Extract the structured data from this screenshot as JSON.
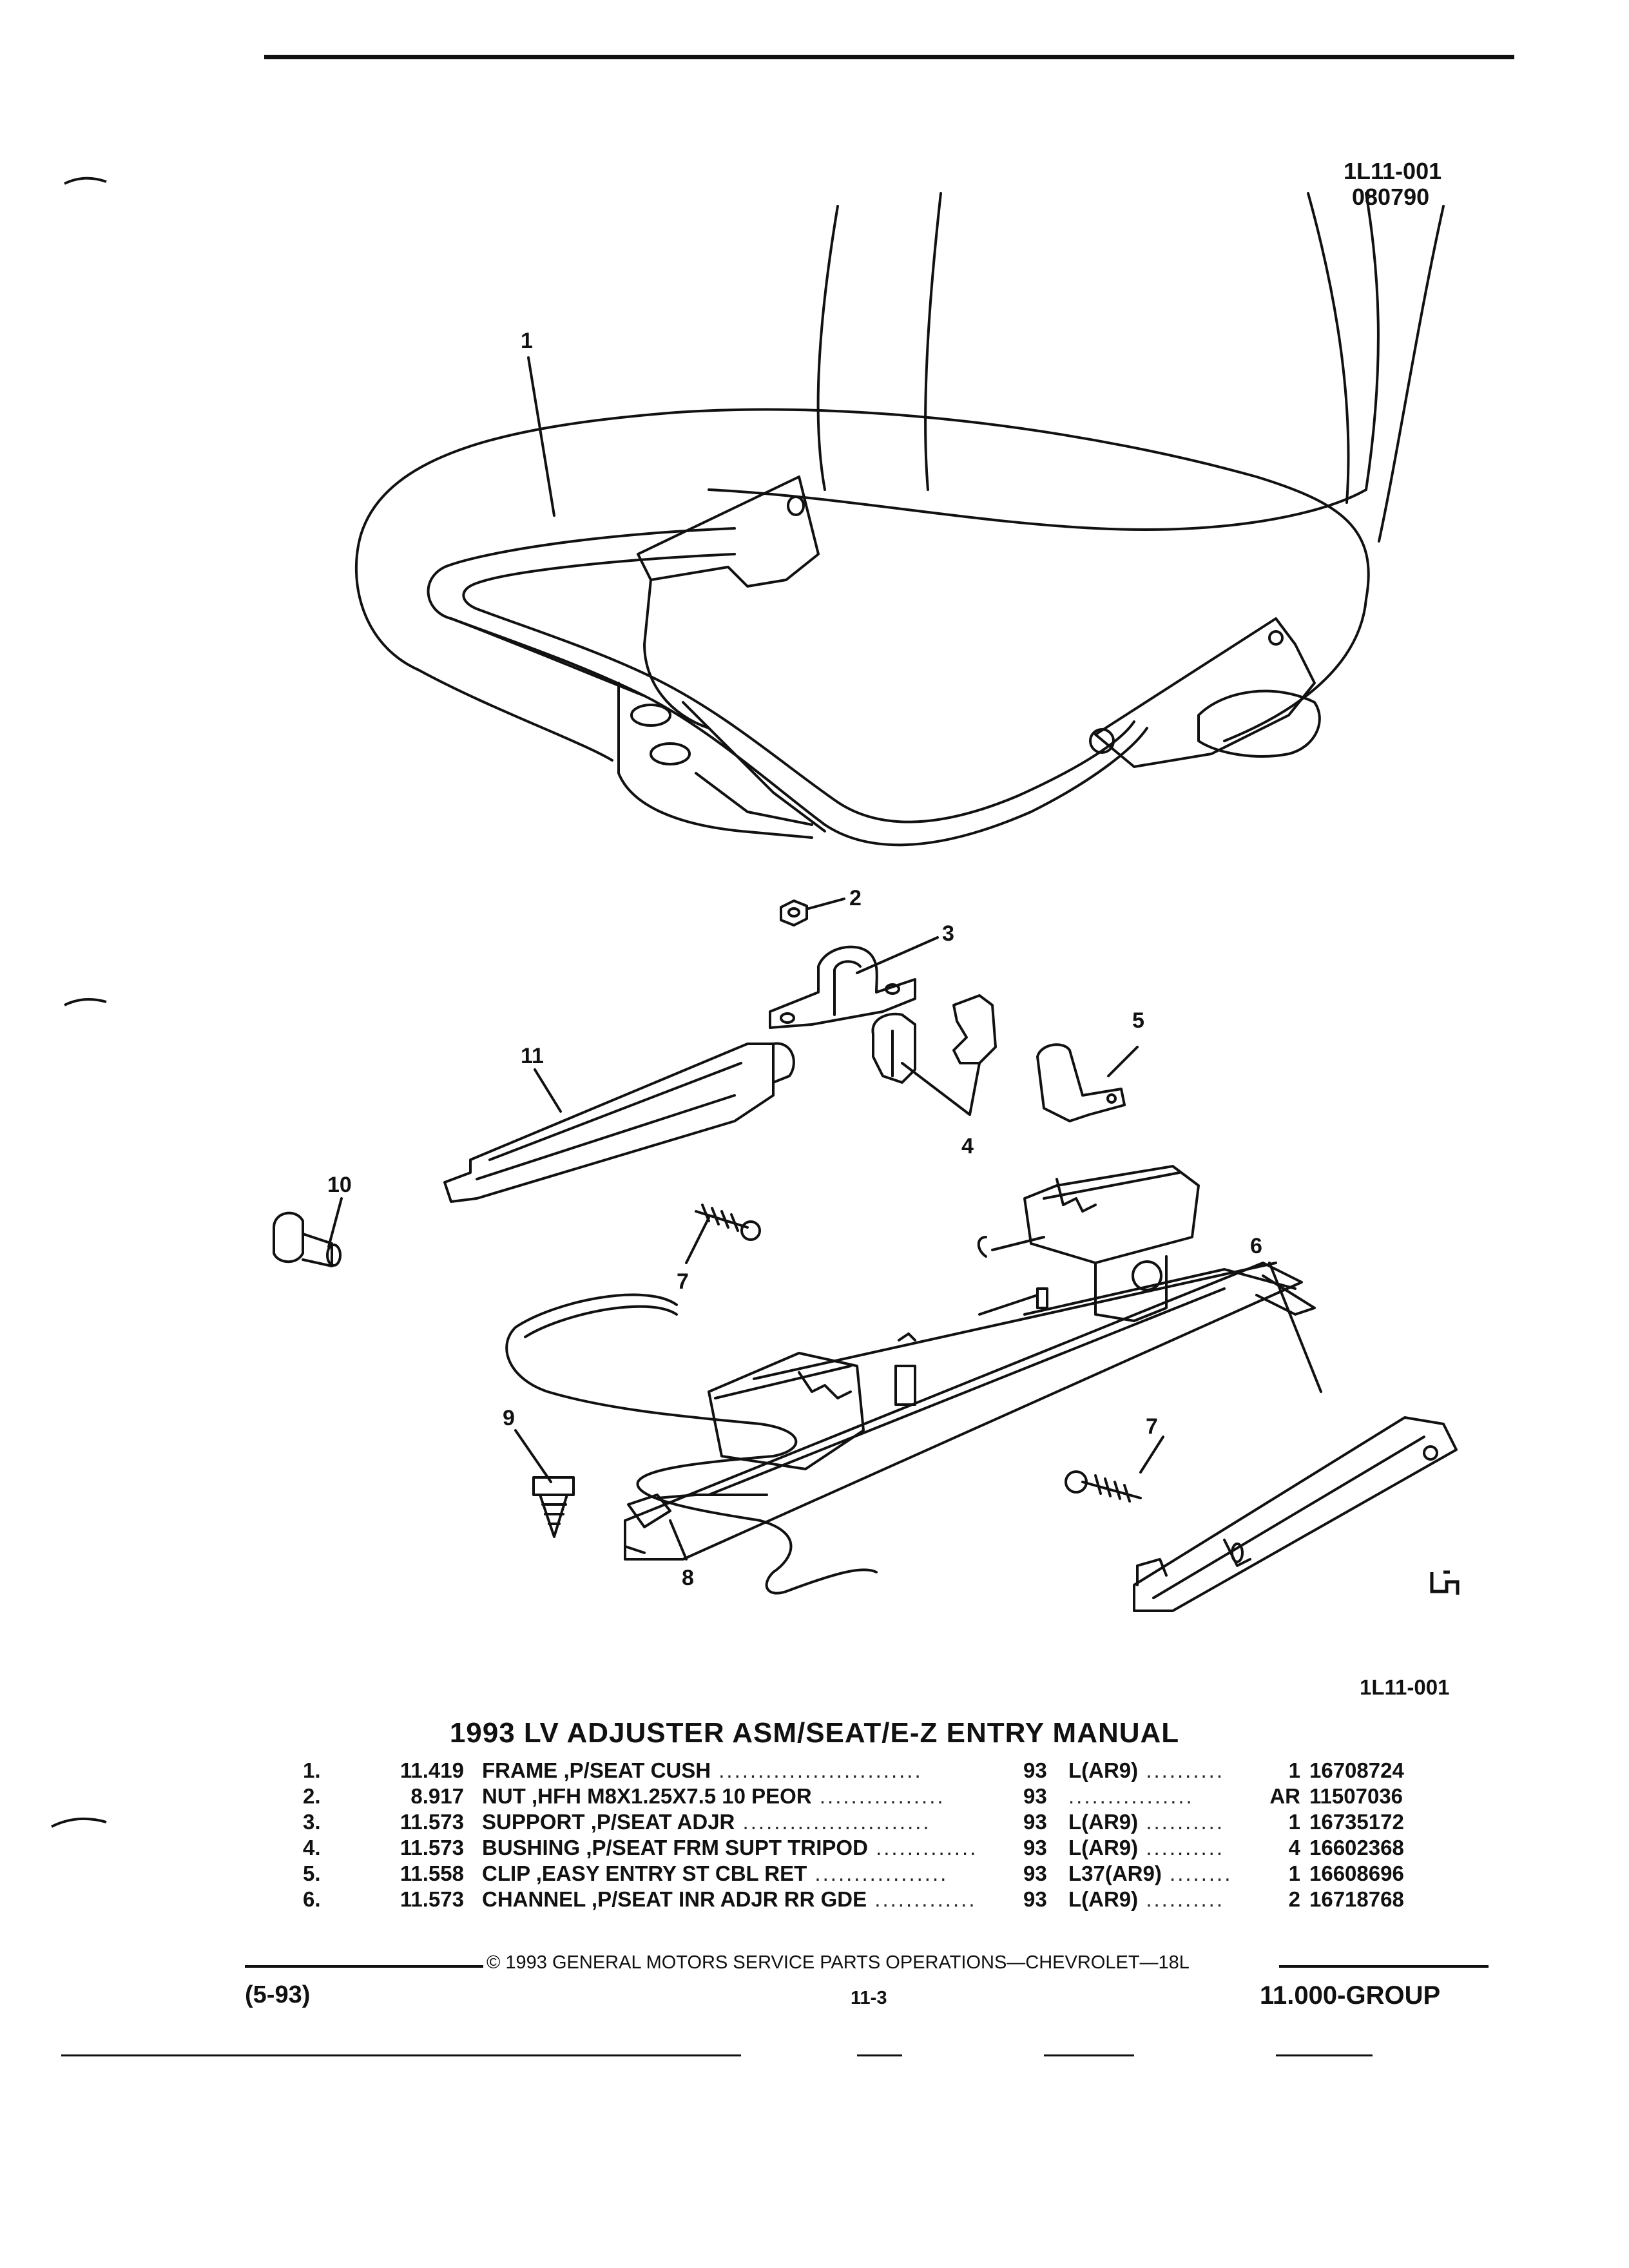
{
  "header": {
    "figure_id": "1L11-001",
    "figure_date": "080790"
  },
  "figure": {
    "callouts": [
      "1",
      "2",
      "3",
      "4",
      "5",
      "6",
      "7",
      "7",
      "8",
      "9",
      "10",
      "11"
    ],
    "bottom_id": "1L11-001"
  },
  "parts_list": {
    "title": "1993 LV ADJUSTER ASM/SEAT/E-Z ENTRY MANUAL",
    "rows": [
      {
        "idx": "1.",
        "cat": "11.419",
        "desc": "FRAME ,P/SEAT CUSH",
        "yr": "93",
        "opt": "L(AR9)",
        "qty": "1",
        "pn": "16708724"
      },
      {
        "idx": "2.",
        "cat": "8.917",
        "desc": "NUT ,HFH M8X1.25X7.5 10 PEOR",
        "yr": "93",
        "opt": "",
        "qty": "AR",
        "pn": "11507036"
      },
      {
        "idx": "3.",
        "cat": "11.573",
        "desc": "SUPPORT ,P/SEAT ADJR",
        "yr": "93",
        "opt": "L(AR9)",
        "qty": "1",
        "pn": "16735172"
      },
      {
        "idx": "4.",
        "cat": "11.573",
        "desc": "BUSHING ,P/SEAT FRM SUPT TRIPOD",
        "yr": "93",
        "opt": "L(AR9)",
        "qty": "4",
        "pn": "16602368"
      },
      {
        "idx": "5.",
        "cat": "11.558",
        "desc": "CLIP ,EASY ENTRY ST CBL RET",
        "yr": "93",
        "opt": "L37(AR9)",
        "qty": "1",
        "pn": "16608696"
      },
      {
        "idx": "6.",
        "cat": "11.573",
        "desc": "CHANNEL ,P/SEAT INR ADJR RR GDE",
        "yr": "93",
        "opt": "L(AR9)",
        "qty": "2",
        "pn": "16718768"
      }
    ]
  },
  "footer": {
    "copyright": "© 1993 GENERAL MOTORS SERVICE PARTS OPERATIONS—CHEVROLET—18L",
    "revision": "(5-93)",
    "page": "11-3",
    "group": "11.000-GROUP"
  }
}
